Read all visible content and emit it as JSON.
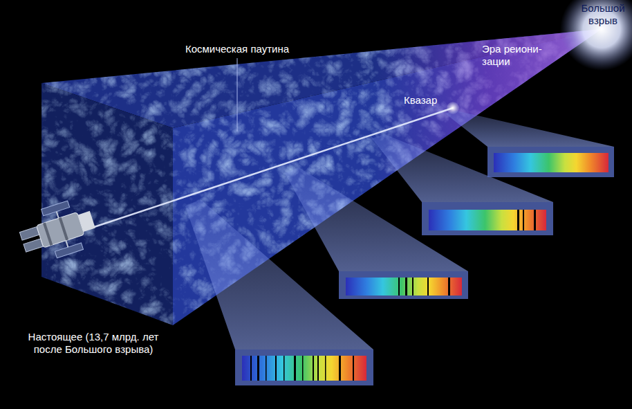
{
  "diagram": {
    "labels": [
      "Космическая паутина",
      "Эра реиони- зации",
      "Квазар",
      "Большой взрыв",
      "Настоящее (13,7 млрд. лет после Большого взрыва)"
    ]
  }
}
